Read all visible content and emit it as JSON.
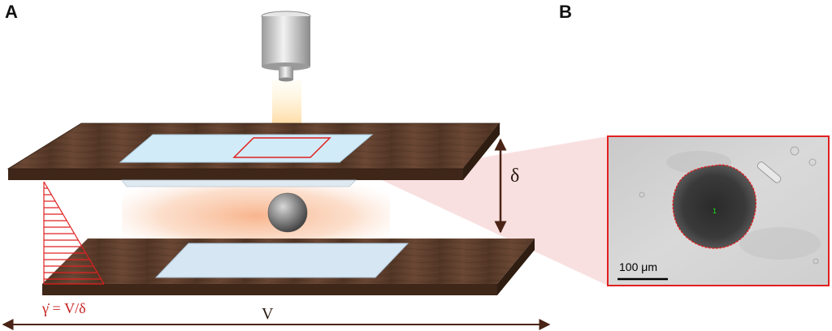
{
  "panels": {
    "a": "A",
    "b": "B"
  },
  "labels": {
    "gap": "δ",
    "shear_rate": "γ̇ = V/δ",
    "velocity": "V",
    "scale_bar": "100 μm",
    "cell_id": "1"
  },
  "colors": {
    "plate_wood": "#5a3c2b",
    "plate_edge": "#3e2618",
    "glass": "#cfe8f6",
    "outline_red": "#e02020",
    "arrow_brown": "#4a2416",
    "glow": "#f7a879"
  },
  "icons": [
    "camera-objective-icon",
    "spheroid-icon"
  ]
}
